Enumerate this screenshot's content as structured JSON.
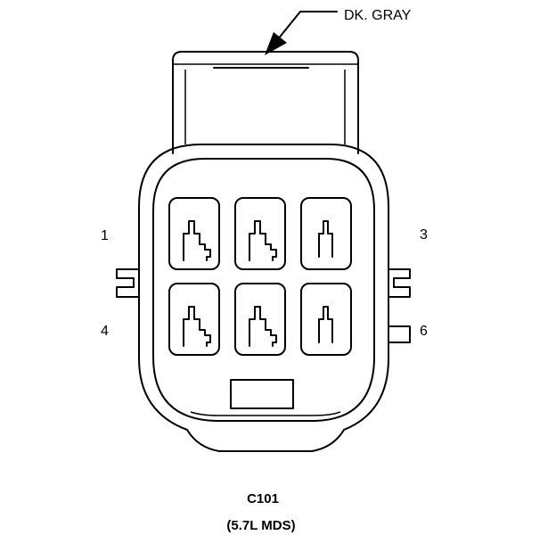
{
  "wire_color_label": "DK. GRAY",
  "connector": {
    "id": "C101",
    "variant": "(5.7L MDS)",
    "cavities": [
      {
        "position": 1,
        "label": "1"
      },
      {
        "position": 2,
        "label": ""
      },
      {
        "position": 3,
        "label": "3"
      },
      {
        "position": 4,
        "label": "4"
      },
      {
        "position": 5,
        "label": ""
      },
      {
        "position": 6,
        "label": "6"
      }
    ]
  }
}
